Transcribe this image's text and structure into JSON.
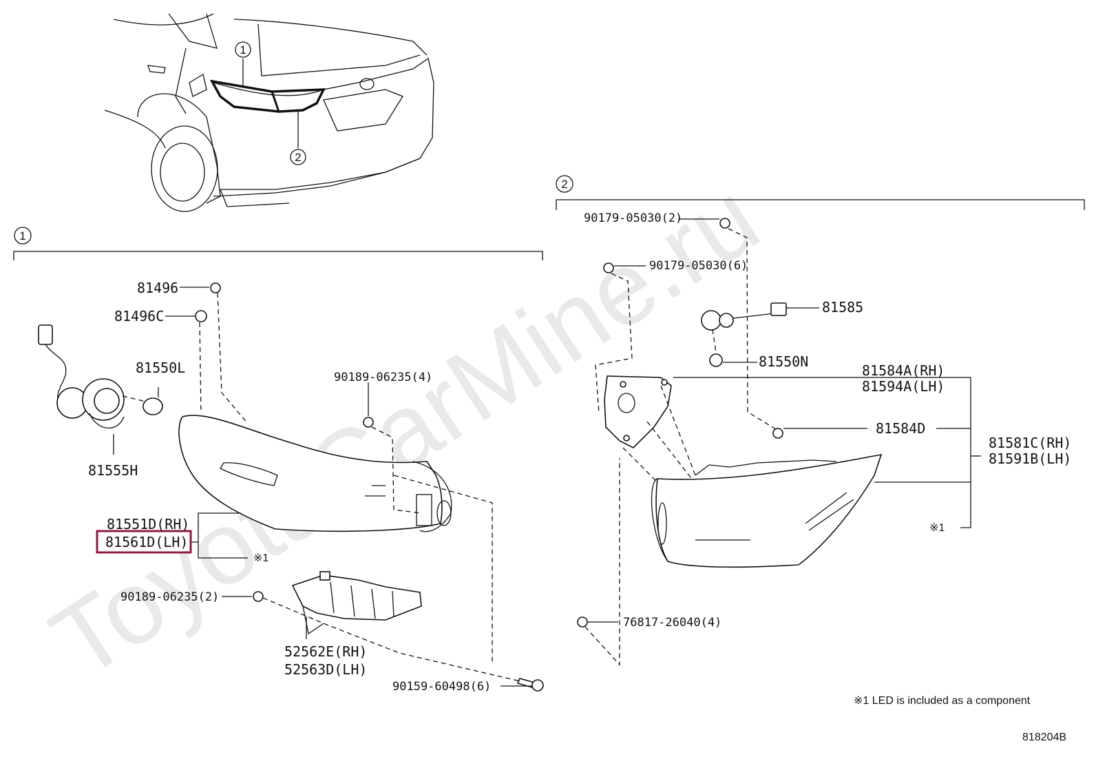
{
  "watermark": "ToyotaCarMine.ru",
  "callouts": {
    "one": "1",
    "two": "2"
  },
  "section1": {
    "labels": {
      "p81496": "81496",
      "p81496C": "81496C",
      "p81550L": "81550L",
      "p81555H": "81555H",
      "p90189_4": "90189-06235(4)",
      "p81551D": "81551D(RH)",
      "p81561D": "81561D(LH)",
      "note_ref": "※1",
      "p90189_2": "90189-06235(2)",
      "p52562E": "52562E(RH)",
      "p52563D": "52563D(LH)",
      "p90159": "90159-60498(6)"
    }
  },
  "section2": {
    "labels": {
      "p90179_2": "90179-05030(2)",
      "p90179_6": "90179-05030(6)",
      "p81585": "81585",
      "p81550N": "81550N",
      "p81584A": "81584A(RH)",
      "p81594A": "81594A(LH)",
      "p81584D": "81584D",
      "p81581C": "81581C(RH)",
      "p81591B": "81591B(LH)",
      "note_ref": "※1",
      "p76817": "76817-26040(4)"
    }
  },
  "footnote": "※1 LED is included as a component",
  "diagram_code": "818204B",
  "colors": {
    "highlight": "#8e1b3c",
    "line": "#111111",
    "watermark": "#e9e9e9"
  }
}
